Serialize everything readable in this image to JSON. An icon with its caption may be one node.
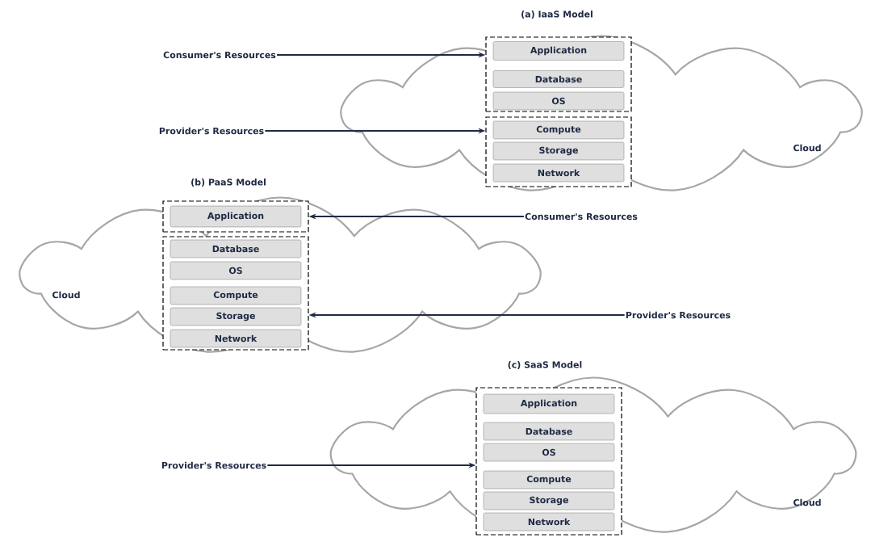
{
  "diagram": {
    "nodes": [
      {
        "text": [
          "(a) IaaS Model",
          "Cloud"
        ]
      },
      {
        "text": [
          "Consumer's Resources"
        ]
      },
      {
        "text": [],
        "shape": "box",
        "in": 0
      },
      {
        "text": [
          "Application"
        ],
        "in": 2
      },
      {
        "text": [
          "Database"
        ],
        "in": 2
      },
      {
        "text": [
          "OS"
        ],
        "in": 2
      },
      {
        "text": [
          "Provider's Resources"
        ]
      },
      {
        "text": [],
        "shape": "box",
        "in": 0
      },
      {
        "text": [
          "Compute"
        ],
        "in": 7
      },
      {
        "text": [
          "Storage"
        ],
        "in": 7
      },
      {
        "text": [
          "Network"
        ],
        "in": 7
      },
      {
        "text": [
          "(b) PaaS Model",
          "Cloud"
        ]
      },
      {
        "text": [],
        "shape": "box",
        "in": 11
      },
      {
        "text": [
          "Application"
        ],
        "in": 12
      },
      {
        "text": [
          "Consumer's Resources"
        ]
      },
      {
        "text": [],
        "shape": "box",
        "in": 11
      },
      {
        "text": [
          "Database"
        ],
        "in": 15
      },
      {
        "text": [
          "OS"
        ],
        "in": 15
      },
      {
        "text": [
          "Compute"
        ],
        "in": 15
      },
      {
        "text": [
          "Storage"
        ],
        "in": 15
      },
      {
        "text": [
          "Network"
        ],
        "in": 15
      },
      {
        "text": [
          "Provider's Resources"
        ]
      },
      {
        "text": [
          "(c) SaaS Model",
          "Cloud"
        ]
      },
      {
        "text": [
          "Provider's Resources"
        ]
      },
      {
        "text": [],
        "shape": "box",
        "in": 22
      },
      {
        "text": [
          "Application"
        ],
        "in": 24
      },
      {
        "text": [
          "Database"
        ],
        "in": 24
      },
      {
        "text": [
          "OS"
        ],
        "in": 24
      },
      {
        "text": [
          "Compute"
        ],
        "in": 24
      },
      {
        "text": [
          "Storage"
        ],
        "in": 24
      },
      {
        "text": [
          "Network"
        ],
        "in": 24
      }
    ],
    "edges": [
      {
        "from": 1,
        "to": 2,
        "arrow": "to"
      },
      {
        "from": 6,
        "to": 7,
        "arrow": "to"
      },
      {
        "from": 14,
        "to": 12,
        "arrow": "to"
      },
      {
        "from": 21,
        "to": 15,
        "arrow": "to"
      },
      {
        "from": 23,
        "to": 24,
        "arrow": "to"
      }
    ]
  }
}
